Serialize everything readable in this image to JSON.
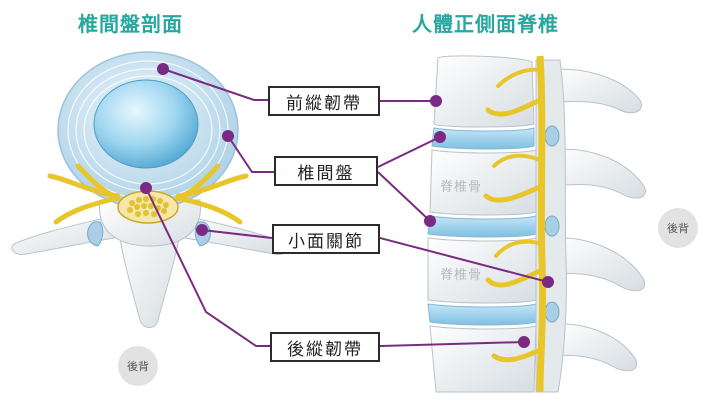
{
  "titles": {
    "left": "椎間盤剖面",
    "right": "人體正側面脊椎"
  },
  "labels": {
    "anterior_longitudinal_ligament": "前縱韌帶",
    "intervertebral_disc": "椎間盤",
    "facet_joint": "小面關節",
    "posterior_longitudinal_ligament": "後縱韌帶"
  },
  "orientation": {
    "left_badge": "後背",
    "right_badge": "後背"
  },
  "vertebra_labels": [
    "脊椎骨",
    "脊椎骨"
  ],
  "colors": {
    "title": "#27a7a0",
    "leader_line": "#7b2a83",
    "nerve": "#e8c62a",
    "disc": "#8fcbe8",
    "bone": "#ecf0f2"
  }
}
